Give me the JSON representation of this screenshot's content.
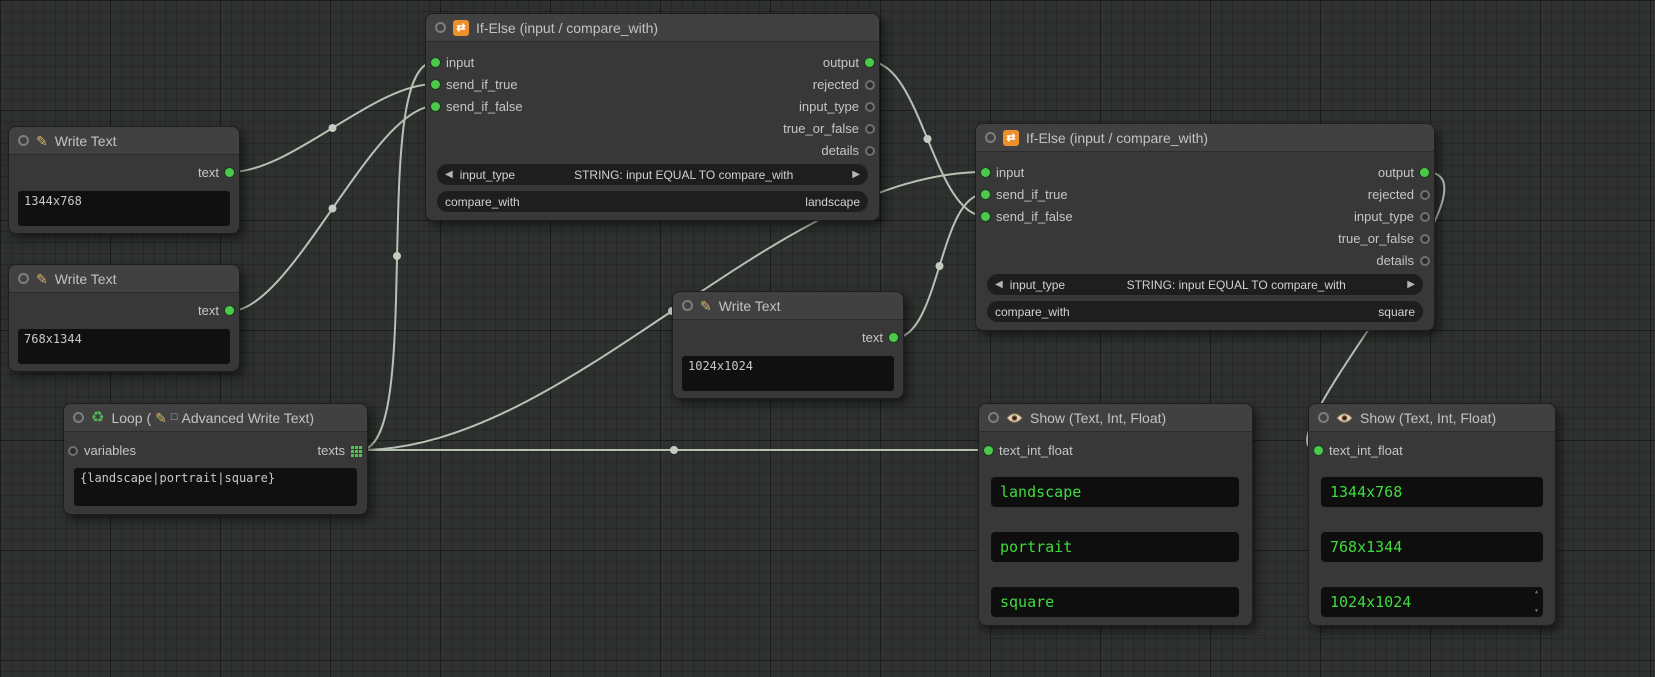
{
  "colors": {
    "slot_green": "#4cc94c",
    "wire": "#b7c2b4",
    "show_text_green": "#3fdc3f",
    "ifelse_icon_orange": "#ed8f2b"
  },
  "icons": {
    "write_text": "pencil-icon",
    "if_else": "shuffle-icon",
    "loop": "recycle-icon",
    "show": "eye-icon",
    "loop_texts_output": "grid-multi-output-icon"
  },
  "graph": {
    "write1": {
      "title": "Write Text",
      "output_label": "text",
      "value": "1344x768"
    },
    "write2": {
      "title": "Write Text",
      "output_label": "text",
      "value": "768x1344"
    },
    "write3": {
      "title": "Write Text",
      "output_label": "text",
      "value": "1024x1024"
    },
    "ifelse1": {
      "title": "If-Else (input / compare_with)",
      "inputs": [
        "input",
        "send_if_true",
        "send_if_false"
      ],
      "outputs": [
        "output",
        "rejected",
        "input_type",
        "true_or_false",
        "details"
      ],
      "combo_label": "input_type",
      "combo_value": "STRING: input EQUAL TO compare_with",
      "compare_label": "compare_with",
      "compare_value": "landscape"
    },
    "ifelse2": {
      "title": "If-Else (input / compare_with)",
      "inputs": [
        "input",
        "send_if_true",
        "send_if_false"
      ],
      "outputs": [
        "output",
        "rejected",
        "input_type",
        "true_or_false",
        "details"
      ],
      "combo_label": "input_type",
      "combo_value": "STRING: input EQUAL TO compare_with",
      "compare_label": "compare_with",
      "compare_value": "square"
    },
    "loop": {
      "title_prefix": "Loop (",
      "title_suffix": "Advanced Write Text)",
      "input_label": "variables",
      "output_label": "texts",
      "value": "{landscape|portrait|square}"
    },
    "show1": {
      "title": "Show (Text, Int, Float)",
      "input_label": "text_int_float",
      "values": [
        "landscape",
        "portrait",
        "square"
      ]
    },
    "show2": {
      "title": "Show (Text, Int, Float)",
      "input_label": "text_int_float",
      "values": [
        "1344x768",
        "768x1344",
        "1024x1024"
      ]
    }
  }
}
